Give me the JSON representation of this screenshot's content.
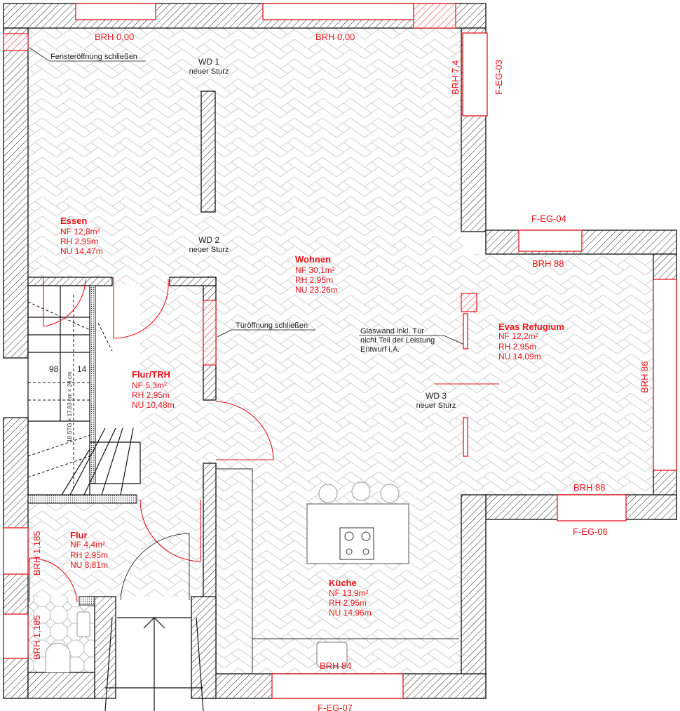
{
  "window_labels": {
    "top_left_brh": "BRH 0,00",
    "top_mid_brh": "BRH 0,00",
    "right_brh": "BRH 7,4",
    "right_id": "F-EG-03",
    "ext_top_id": "F-EG-04",
    "ext_top_brh": "BRH 88",
    "ext_right_brh": "BRH 86",
    "ext_bottom_brh": "BRH 88",
    "ext_bottom_id": "F-EG-06",
    "bottom_brh": "BRH 84",
    "bottom_id": "F-EG-07",
    "left_upper_brh": "BRH 1,185",
    "left_lower_brh": "BRH 1,185"
  },
  "annotations": {
    "window_close": "Fensteröffnung schließen",
    "door_close": "Türöffnung schließen",
    "wd1_a": "WD 1",
    "wd1_b": "neuer Sturz",
    "wd2_a": "WD 2",
    "wd2_b": "neuer Sturz",
    "wd3_a": "WD 3",
    "wd3_b": "neuer Sturz",
    "glass_1": "Glaswand inkl. Tür",
    "glass_2": "nicht Teil der Leistung",
    "glass_3": "Entwurf i.A.",
    "stair_w1": "98",
    "stair_w2": "14",
    "stair_spec": "18 STG × 17,83 cm × 26 cm"
  },
  "rooms": [
    {
      "name": "Essen",
      "nf": "NF  12,8m²",
      "rh": "RH  2,95m",
      "nu": "NU  14,47m"
    },
    {
      "name": "Wohnen",
      "nf": "NF  30,1m²",
      "rh": "RH  2,95m",
      "nu": "NU  23,26m"
    },
    {
      "name": "Evas Refugium",
      "nf": "NF  12,2m²",
      "rh": "RH  2,95m",
      "nu": "NU  14,09m"
    },
    {
      "name": "Flur/TRH",
      "nf": "NF  5,3m²",
      "rh": "RH  2,95m",
      "nu": "NU  10,48m"
    },
    {
      "name": "Flur",
      "nf": "NF  4,4m²",
      "rh": "RH  2,95m",
      "nu": "NU  8,81m"
    },
    {
      "name": "Küche",
      "nf": "NF  13,9m²",
      "rh": "RH  2,95m",
      "nu": "NU  14,96m"
    }
  ],
  "colors": {
    "accent": "#e8141b",
    "wall": "#111111",
    "floor_pattern": "#cfcfcf"
  }
}
